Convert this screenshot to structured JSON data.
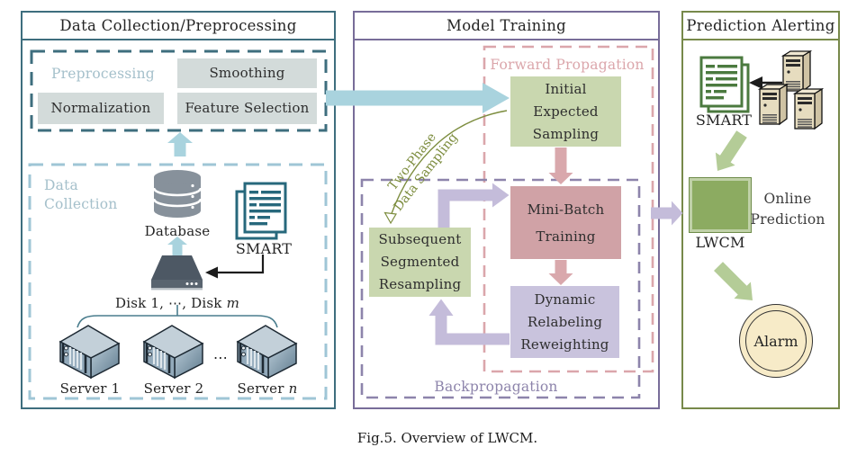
{
  "caption": "Fig.5.  Overview of LWCM.",
  "left": {
    "title": "Data Collection/Preprocessing",
    "preprocessing_label": "Preprocessing",
    "smoothing": "Smoothing",
    "normalization": "Normalization",
    "feature_selection": "Feature Selection",
    "data_collection_lines": [
      "Data",
      "Collection"
    ],
    "database_label": "Database",
    "smart_label": "SMART",
    "disk_prefix": "Disk 1, ⋯, Disk ",
    "disk_var": "m",
    "server1": "Server 1",
    "server2": "Server 2",
    "server_n_prefix": "Server ",
    "server_n_var": "n",
    "server_ellipsis": "⋯"
  },
  "middle": {
    "title": "Model Training",
    "forward_label": "Forward Propagation",
    "backprop_label": "Backpropagation",
    "two_phase_lines": [
      "Two-Phase",
      "Data Sampling"
    ],
    "initial_lines": [
      "Initial",
      "Expected",
      "Sampling"
    ],
    "mini_lines": [
      "Mini-Batch",
      "Training"
    ],
    "dynamic_lines": [
      "Dynamic",
      "Relabeling",
      "Reweighting"
    ],
    "subsequent_lines": [
      "Subsequent",
      "Segmented",
      "Resampling"
    ]
  },
  "right": {
    "title": "Prediction Alerting",
    "smart_label": "SMART",
    "online_lines": [
      "Online",
      "Prediction"
    ],
    "lwcm_label": "LWCM",
    "alarm_label": "Alarm"
  },
  "icons": {
    "database": "database-icon",
    "smart_document": "smart-report-icon",
    "disk": "disk-enclosure-icon",
    "server": "server-icon",
    "towers": "computer-towers-icon",
    "brain_gear": "ai-model-icon",
    "alarm": "alarm-icon"
  },
  "palette": {
    "teal_border": "#3e6e7e",
    "teal_icon": "#27687c",
    "light_blue_arrow": "#a9d3de",
    "light_blue_dashed": "#9fc6d6",
    "gray_box": "#d3dbda",
    "database_gray": "#87919b",
    "disk_slate": "#4d5864",
    "purple_border": "#786d99",
    "purple_dashed": "#8d84ab",
    "purple_box": "#c9c3dd",
    "purple_arrow": "#c4bcda",
    "pink_dashed": "#dba6ab",
    "pink_box": "#d0a2a6",
    "green_box": "#c9d7af",
    "olive_accent": "#7d8d3f",
    "green_border": "#77894a",
    "green_icon": "#4b7a3f",
    "lwcm_green": "#8cab61",
    "green_arrow": "#b4cc97",
    "alarm_cream": "#f7ebc8",
    "tower_tan": "#e6dcbf"
  }
}
